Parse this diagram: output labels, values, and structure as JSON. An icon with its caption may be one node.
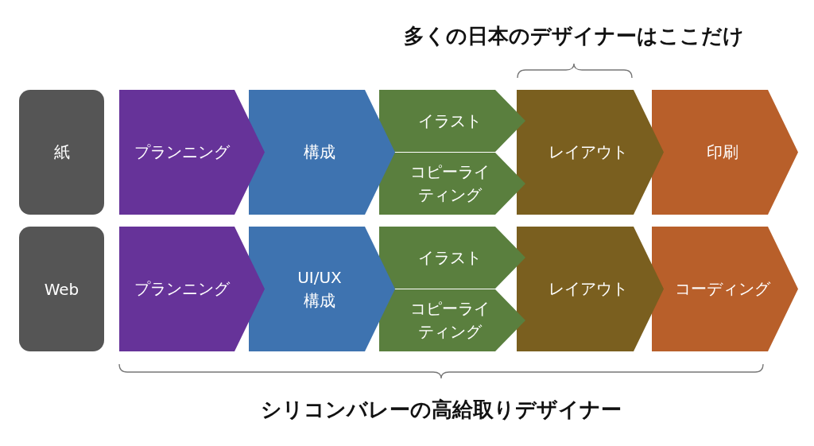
{
  "diagram": {
    "nodes": [
      {
        "text": [
          "紙"
        ]
      },
      {
        "text": [
          "プランニング"
        ]
      },
      {
        "text": [
          "構成"
        ]
      },
      {
        "text": [
          "イラスト"
        ]
      },
      {
        "text": [
          "コピーライティング"
        ]
      },
      {
        "text": [
          "レイアウト"
        ]
      },
      {
        "text": [
          "印刷"
        ]
      },
      {
        "text": [
          "Web"
        ]
      },
      {
        "text": [
          "プランニング"
        ]
      },
      {
        "text": [
          "UI/UX構成"
        ]
      },
      {
        "text": [
          "イラスト"
        ]
      },
      {
        "text": [
          "コピーライティング"
        ]
      },
      {
        "text": [
          "レイアウト"
        ]
      },
      {
        "text": [
          "コーディング"
        ]
      }
    ],
    "labels": [
      "多くの日本のデザイナーはここだけ",
      "シリコンバレーの高給取りデザイナー"
    ]
  }
}
